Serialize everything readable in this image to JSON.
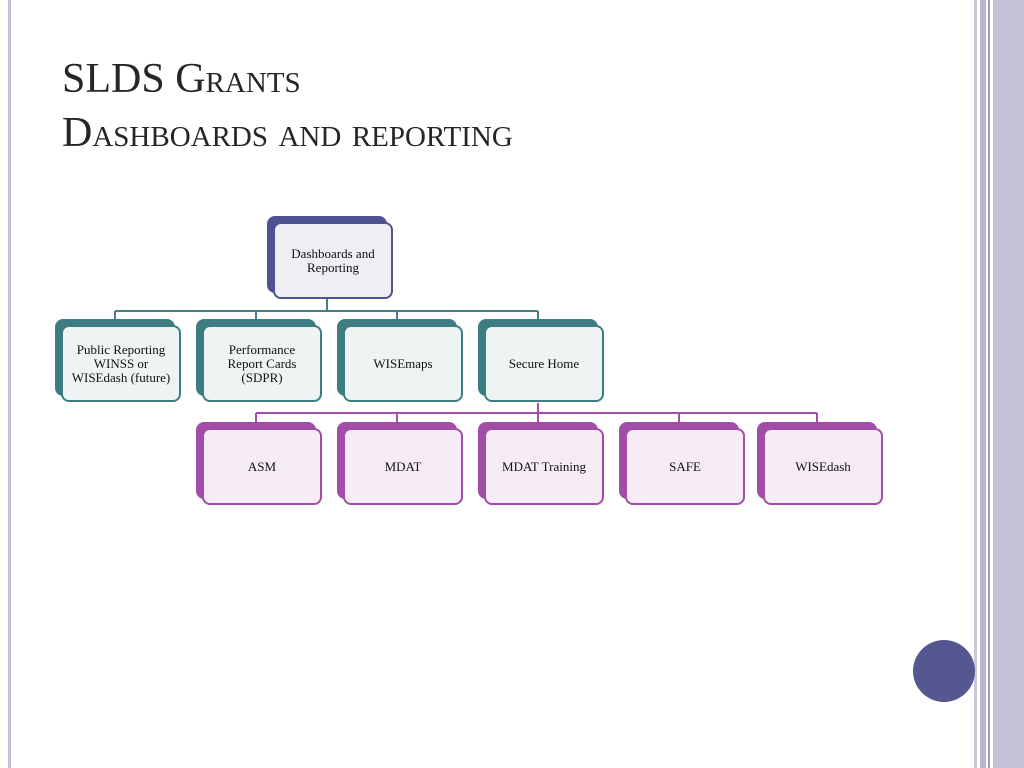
{
  "slide": {
    "title_line1": "SLDS Grants",
    "title_line2": "Dashboards and reporting"
  },
  "diagram": {
    "root": {
      "label": "Dashboards and Reporting"
    },
    "level1": [
      {
        "label": "Public Reporting WINSS or WISEdash (future)"
      },
      {
        "label": "Performance Report Cards (SDPR)"
      },
      {
        "label": "WISEmaps"
      },
      {
        "label": "Secure Home"
      }
    ],
    "level2": [
      {
        "label": "ASM"
      },
      {
        "label": "MDAT"
      },
      {
        "label": "MDAT Training"
      },
      {
        "label": "SAFE"
      },
      {
        "label": "WISEdash"
      }
    ]
  },
  "colors": {
    "root": "#4f5290",
    "level1": "#3d7d82",
    "level2": "#a24ea8",
    "accent_circle": "#555791"
  }
}
